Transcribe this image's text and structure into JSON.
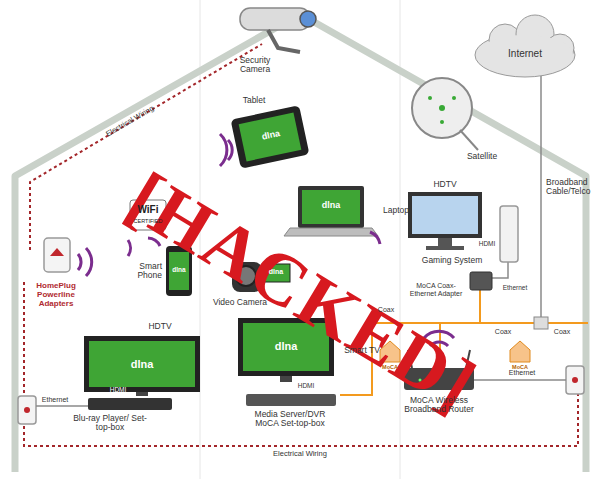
{
  "diagram": {
    "labels": [
      "[HACKED]",
      "Internet",
      "Security Camera",
      "Satellite",
      "Broadband Cable/Telco",
      "Electrical Wiring",
      "Tablet",
      "dlna",
      "WiFi",
      "CERTIFIED",
      "Laptop",
      "dlna",
      "HDTV",
      "HDMI",
      "Gaming System",
      "Ethernet",
      "HomePlug Powerline Adapters",
      "Smart Phone",
      "dlna",
      "Video Camera",
      "dlna",
      "HDTV",
      "dlna",
      "HDMI",
      "Blu-ray Player/ Set-top-box",
      "Ethernet",
      "Smart TV",
      "dlna",
      "HDMI",
      "Media Server/DVR MoCA Set-top-box",
      "Coax",
      "Coax",
      "Coax",
      "MoCA Coax-Ethernet Adapter",
      "MoCA",
      "MoCA",
      "MoCA Wireless Broadband Router",
      "Ethernet",
      "Electrical Wiring"
    ]
  }
}
